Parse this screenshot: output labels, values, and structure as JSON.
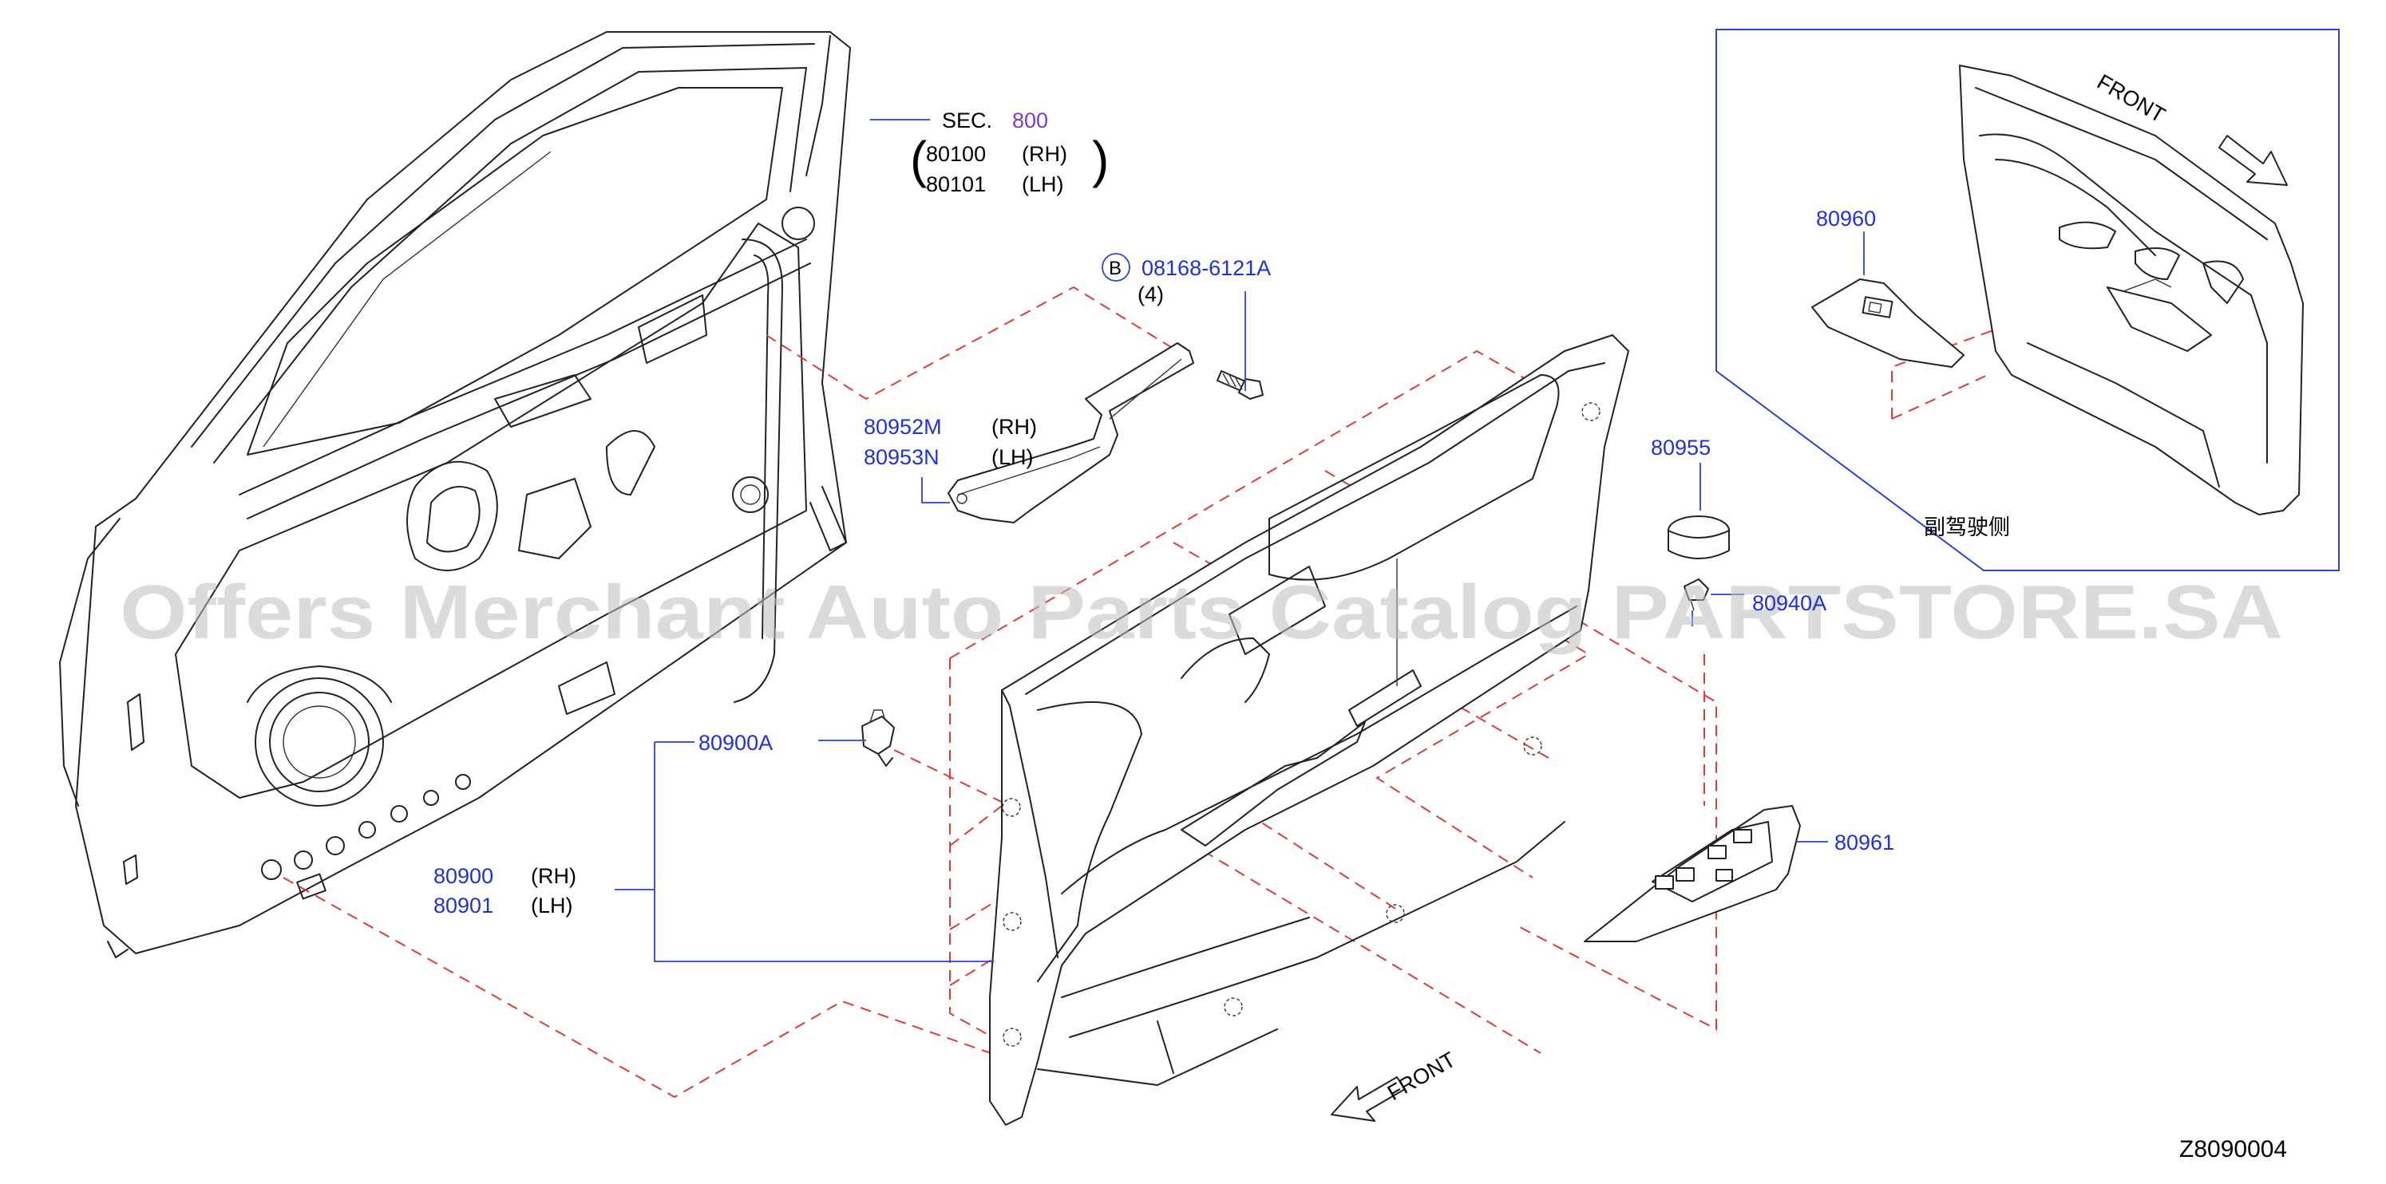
{
  "labels": {
    "sec": "SEC.",
    "sec_num": "800",
    "door_rh_pn": "80100",
    "door_rh_side": "(RH)",
    "door_lh_pn": "80101",
    "door_lh_side": "(LH)",
    "bolt_marker": "B",
    "bolt_pn": "08168-6121A",
    "bolt_qty": "(4)",
    "bracket_rh_pn": "80952M",
    "bracket_rh_side": "(RH)",
    "bracket_lh_pn": "80953N",
    "bracket_lh_side": "(LH)",
    "cap_pn": "80955",
    "clip2_pn": "80940A",
    "clip_pn": "80900A",
    "trim_rh_pn": "80900",
    "trim_rh_side": "(RH)",
    "trim_lh_pn": "80901",
    "trim_lh_side": "(LH)",
    "switch_panel_pn": "80961",
    "inset_switch_pn": "80960",
    "inset_caption": "副驾驶侧",
    "front_main": "FRONT",
    "front_inset": "FRONT",
    "diagram_code": "Z8090004",
    "watermark": "Offers Merchant Auto Parts Catalog PARTSTORE.SA"
  },
  "colors": {
    "part_number": "#1f32d6",
    "section_ref": "#7a3fc0",
    "leader": "#2a45c8",
    "dashed_guide": "#e03a3a",
    "watermark": "#bdbdbd"
  }
}
